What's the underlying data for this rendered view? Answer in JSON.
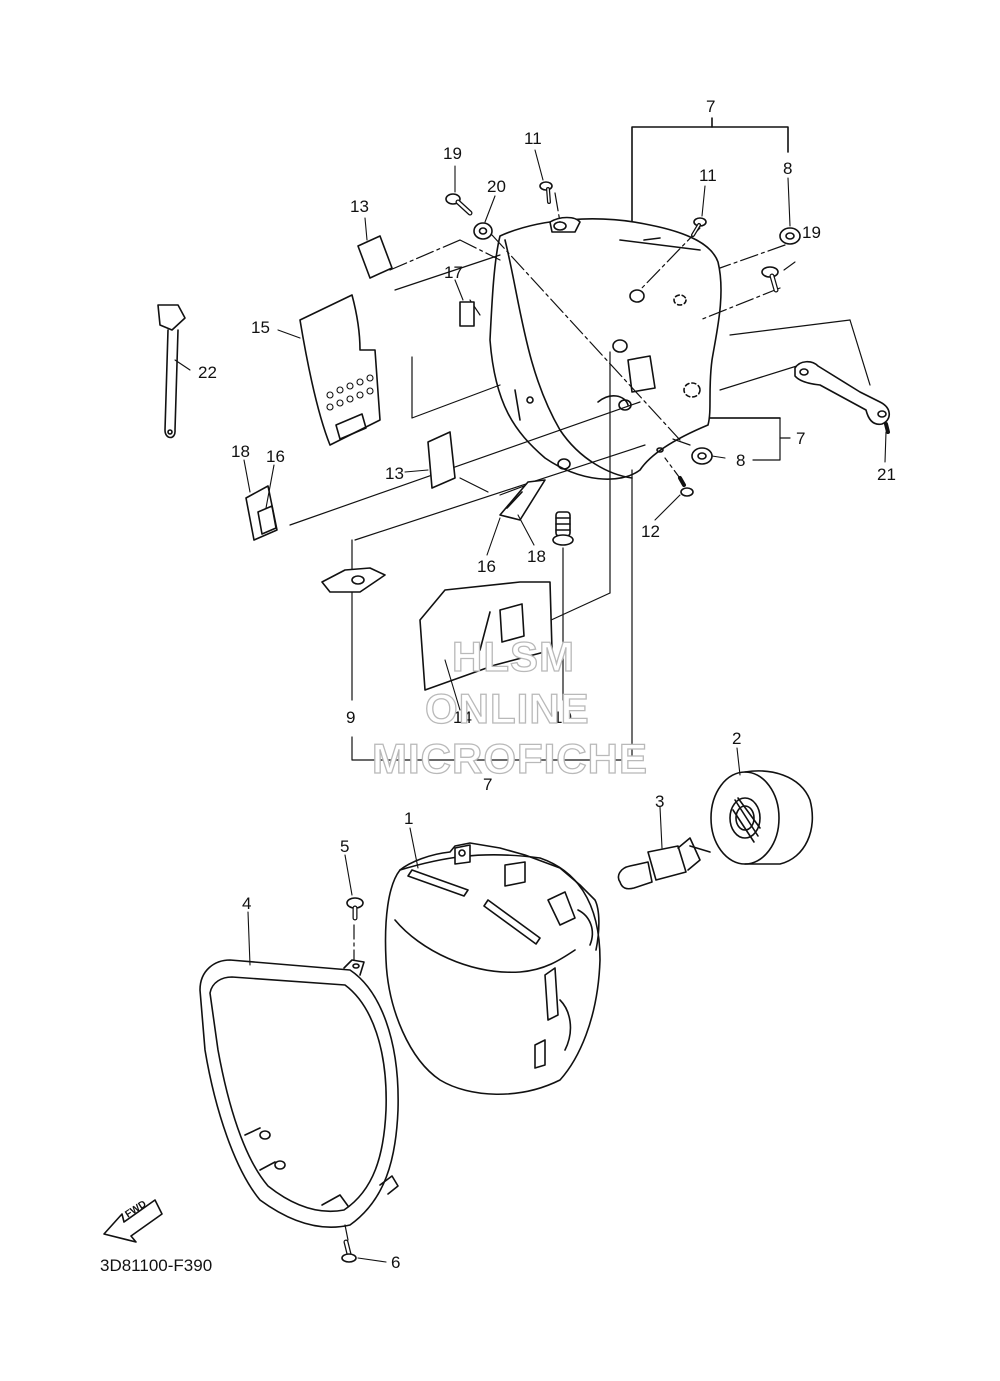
{
  "part_labels": {
    "l1": "1",
    "l2": "2",
    "l3": "3",
    "l4": "4",
    "l5": "5",
    "l6": "6",
    "l7a": "7",
    "l7b": "7",
    "l7c": "7",
    "l8a": "8",
    "l8b": "8",
    "l9": "9",
    "l10": "10",
    "l11a": "11",
    "l11b": "11",
    "l12": "12",
    "l13a": "13",
    "l13b": "13",
    "l14": "14",
    "l15": "15",
    "l16a": "16",
    "l16b": "16",
    "l17": "17",
    "l18a": "18",
    "l18b": "18",
    "l19a": "19",
    "l19b": "19",
    "l20": "20",
    "l21": "21",
    "l22": "22"
  },
  "watermark": {
    "line1": "HLSM",
    "line2": "ONLINE",
    "line3": "MICROFICHE"
  },
  "fwd_label": "FWD",
  "diagram_code": "3D81100-F390"
}
